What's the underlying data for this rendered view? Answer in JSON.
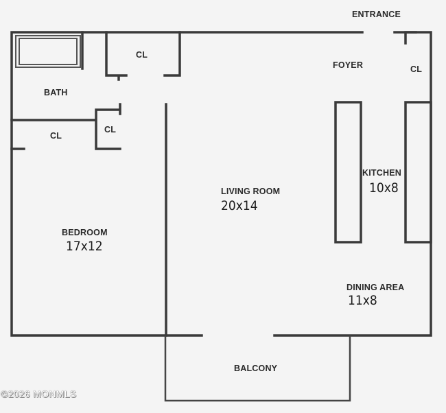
{
  "rooms": {
    "entrance": "ENTRANCE",
    "foyer": "FOYER",
    "bath": "BATH",
    "closet_top": "CL",
    "closet_foyer": "CL",
    "closet_mid": "CL",
    "closet_left": "CL",
    "living": {
      "label": "LIVING ROOM",
      "dims": "20x14"
    },
    "kitchen": {
      "label": "KITCHEN",
      "dims": "10x8"
    },
    "bedroom": {
      "label": "BEDROOM",
      "dims": "17x12"
    },
    "dining": {
      "label": "DINING AREA",
      "dims": "11x8"
    },
    "balcony": "BALCONY"
  },
  "watermark": "©2026 MONMLS"
}
